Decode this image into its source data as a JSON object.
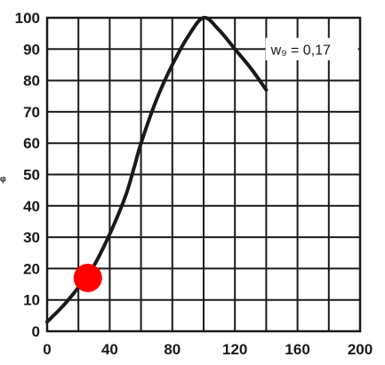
{
  "chart_data": {
    "type": "line",
    "title": "",
    "xlabel": "",
    "ylabel": "ᵩ",
    "xlim": [
      0,
      200
    ],
    "ylim": [
      0,
      100
    ],
    "x_ticks": [
      0,
      40,
      80,
      120,
      160,
      200
    ],
    "y_ticks": [
      0,
      10,
      20,
      30,
      40,
      50,
      60,
      70,
      80,
      90,
      100
    ],
    "grid": true,
    "series": [
      {
        "x": [
          0,
          10,
          20,
          30,
          40,
          50,
          56,
          60,
          70,
          80,
          90,
          100,
          110,
          120,
          130,
          140
        ],
        "y": [
          3,
          8,
          14,
          21,
          31,
          43,
          53,
          60,
          74,
          85,
          94,
          100,
          96,
          90,
          84,
          77
        ]
      }
    ],
    "marker": {
      "x": 26,
      "y": 17,
      "color": "#ff0000"
    },
    "annotation": "w₉ = 0,17",
    "line_color": "#1a1a1a"
  }
}
